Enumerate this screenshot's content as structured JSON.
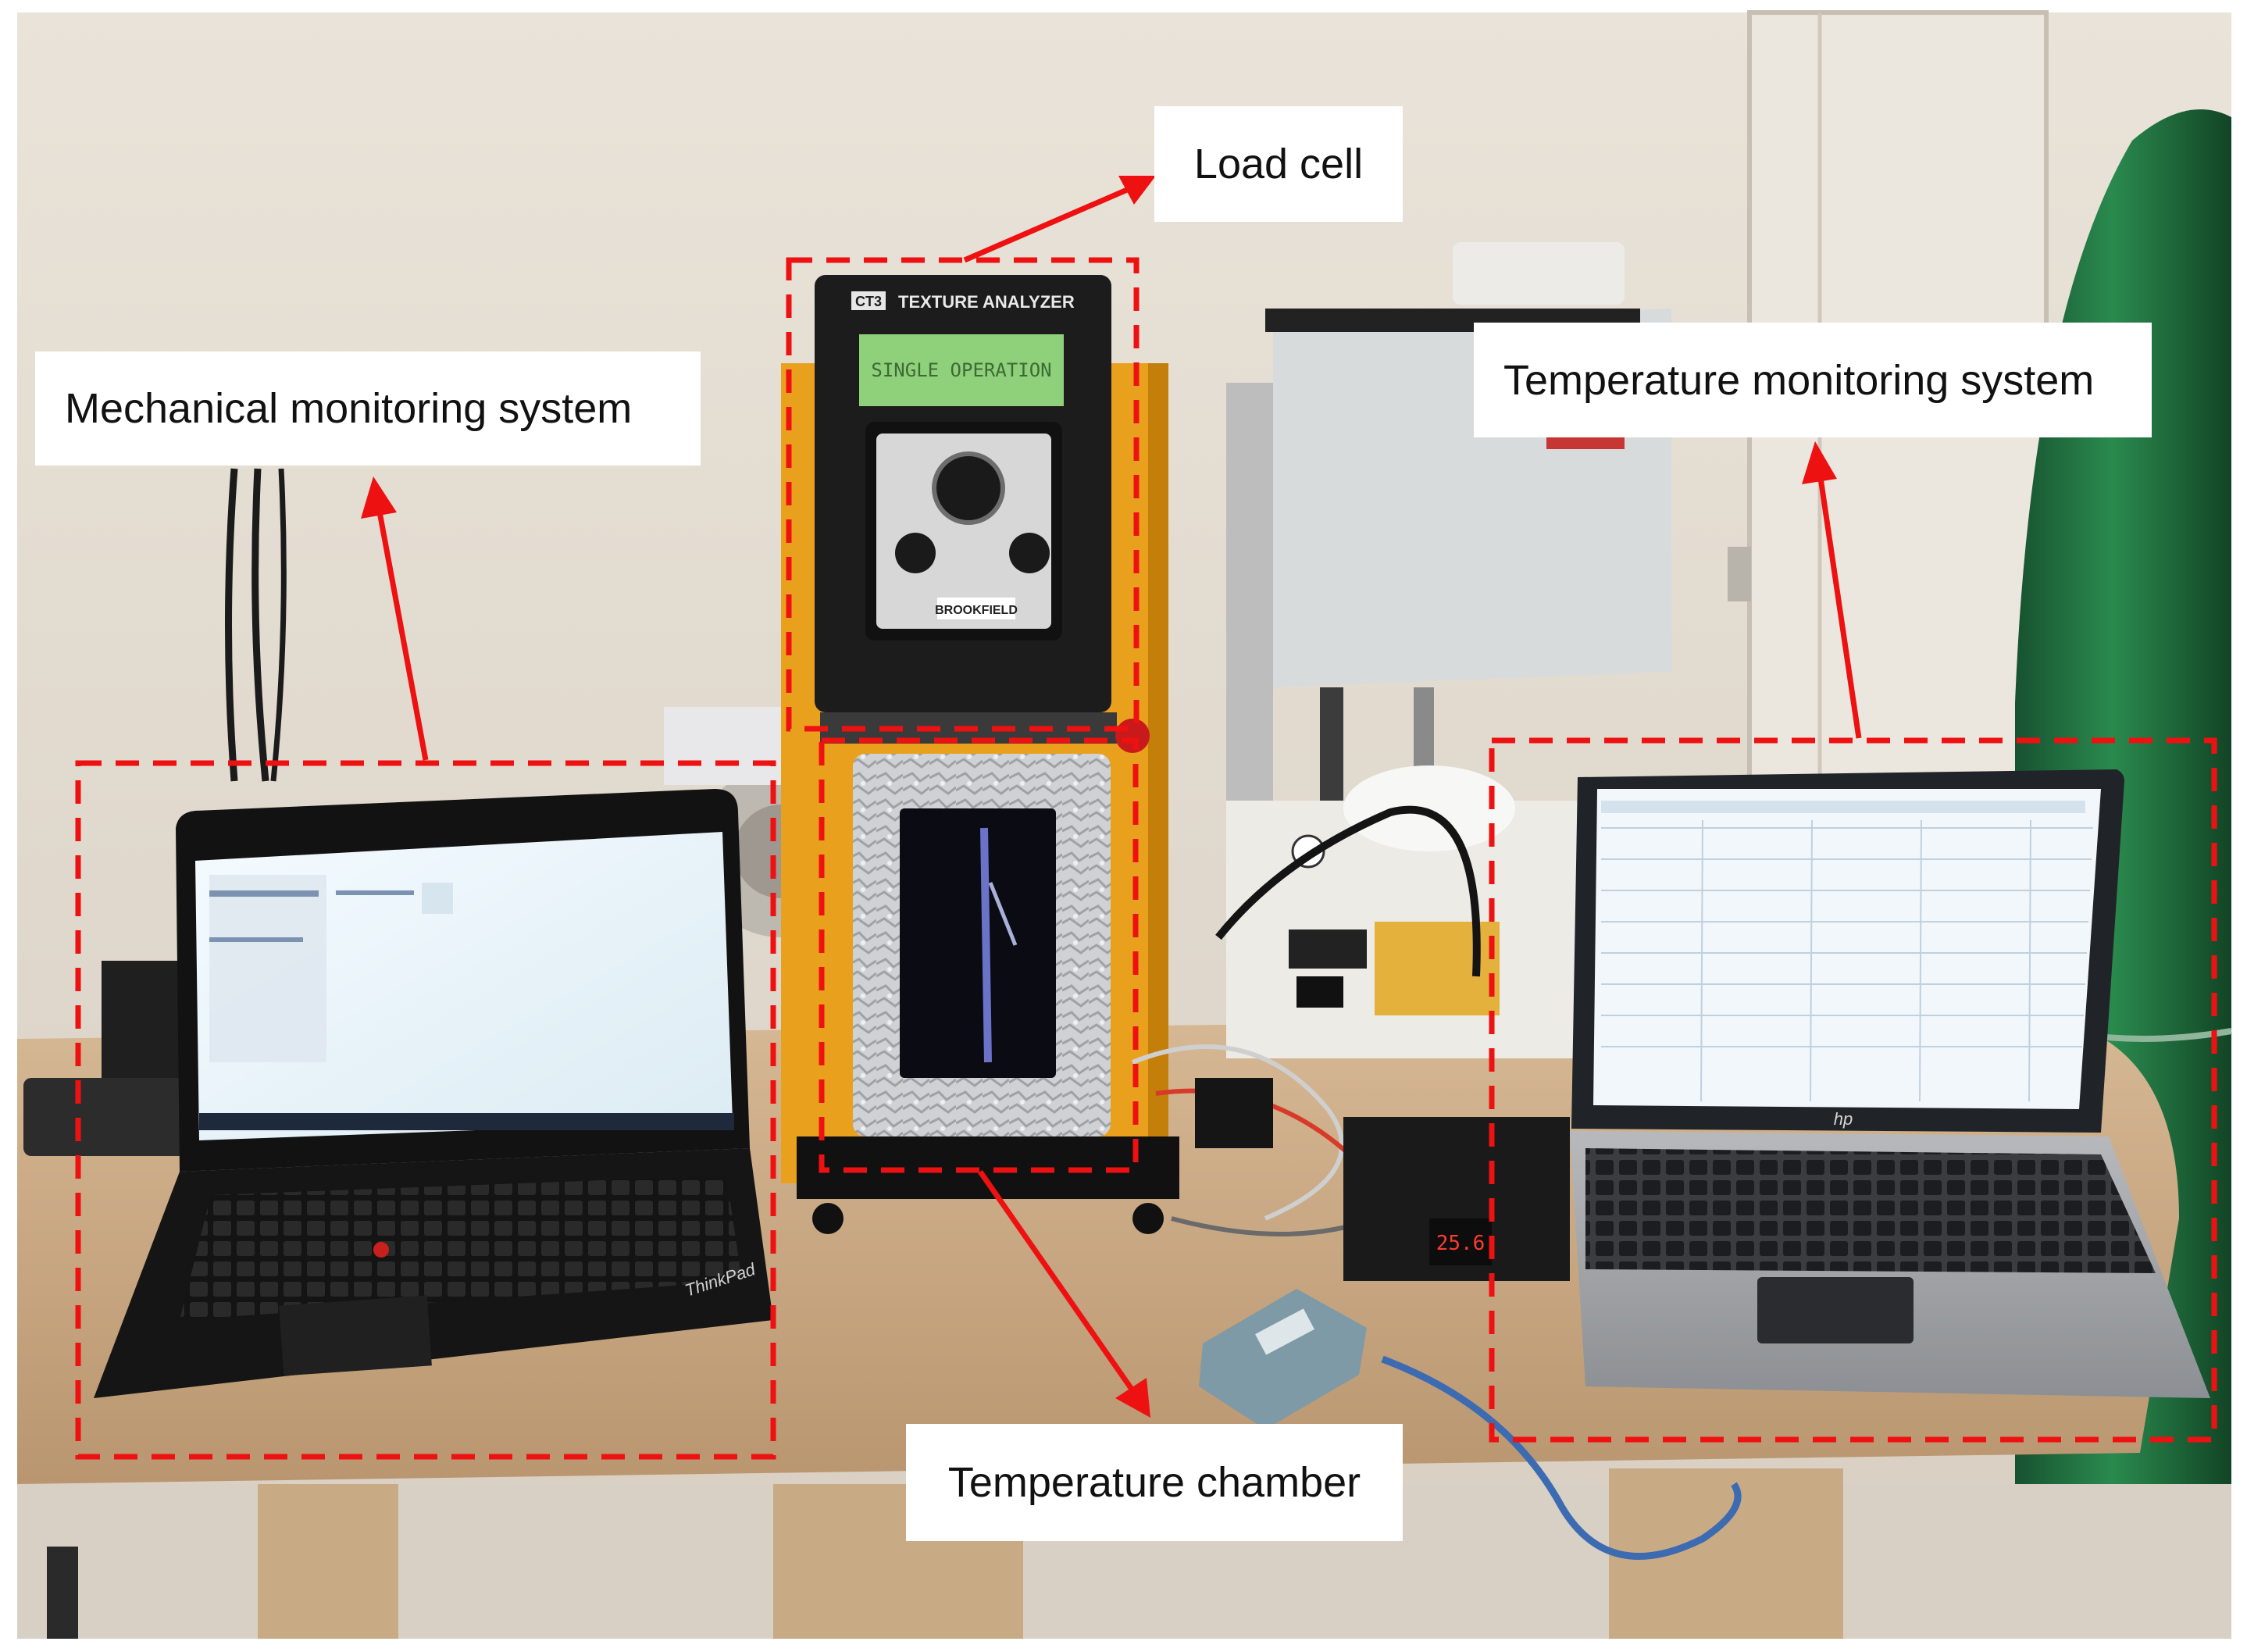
{
  "figure": {
    "labels": {
      "load_cell": "Load cell",
      "mechanical": "Mechanical monitoring system",
      "temperature_monitoring": "Temperature monitoring system",
      "temperature_chamber": "Temperature chamber"
    },
    "device_text": {
      "analyzer_brand": "TEXTURE ANALYZER",
      "analyzer_logo": "CT3",
      "analyzer_lcd": "SINGLE OPERATION",
      "analyzer_badge": "BROOKFIELD",
      "laptop_left_brand": "ThinkPad",
      "laptop_right_brand": "hp",
      "controller_display": "25.6"
    },
    "colors": {
      "annotation_red": "#ee1111",
      "wall": "#e4ddd2",
      "table": "#c9a980",
      "analyzer_yellow": "#e9a11d",
      "cylinder_green": "#1f6b3b"
    }
  }
}
